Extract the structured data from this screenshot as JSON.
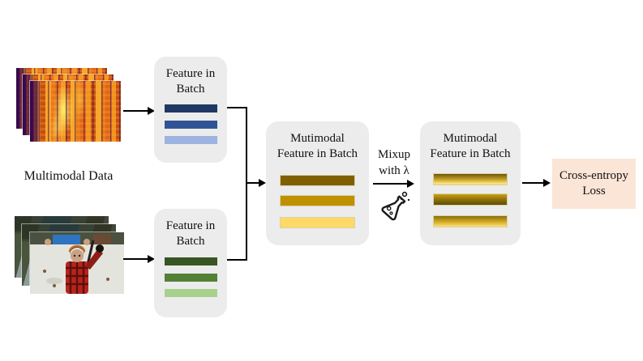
{
  "labels": {
    "multimodal_data": "Multimodal Data",
    "mixup": "Mixup with λ"
  },
  "boxes": {
    "audio_feature": {
      "title": "Feature in Batch"
    },
    "visual_feature": {
      "title": "Feature in Batch"
    },
    "fused_feature": {
      "title": "Mutimodal Feature in Batch"
    },
    "mixed_feature": {
      "title": "Mutimodal Feature in Batch"
    },
    "loss": {
      "title": "Cross-entropy Loss"
    }
  },
  "icons": {
    "flask": "flask-icon",
    "spectrogram_stack": "spectrogram-images",
    "photo_stack": "photo-images"
  },
  "colors": {
    "box_bg": "#ececec",
    "loss_bg": "#fbe5d6",
    "arrow": "#000000",
    "audio_bars": [
      "#1f3864",
      "#2f5496",
      "#9db3e0"
    ],
    "visual_bars": [
      "#375623",
      "#538135",
      "#a9d18e"
    ],
    "fused_bars": [
      "#7f6000",
      "#bf9000",
      "#ffd966"
    ],
    "mixed_bars": [
      "linear-gradient(180deg,#6e5707 0%,#c9a52c 55%,#ffe97f 92%,#f2cf52 100%)",
      "linear-gradient(180deg,#caa214 0%,#93750b 45%,#5f4c06 100%)",
      "linear-gradient(180deg,#8a6d0b 0%,#d4ad25 55%,#ffdf74 100%)"
    ]
  }
}
